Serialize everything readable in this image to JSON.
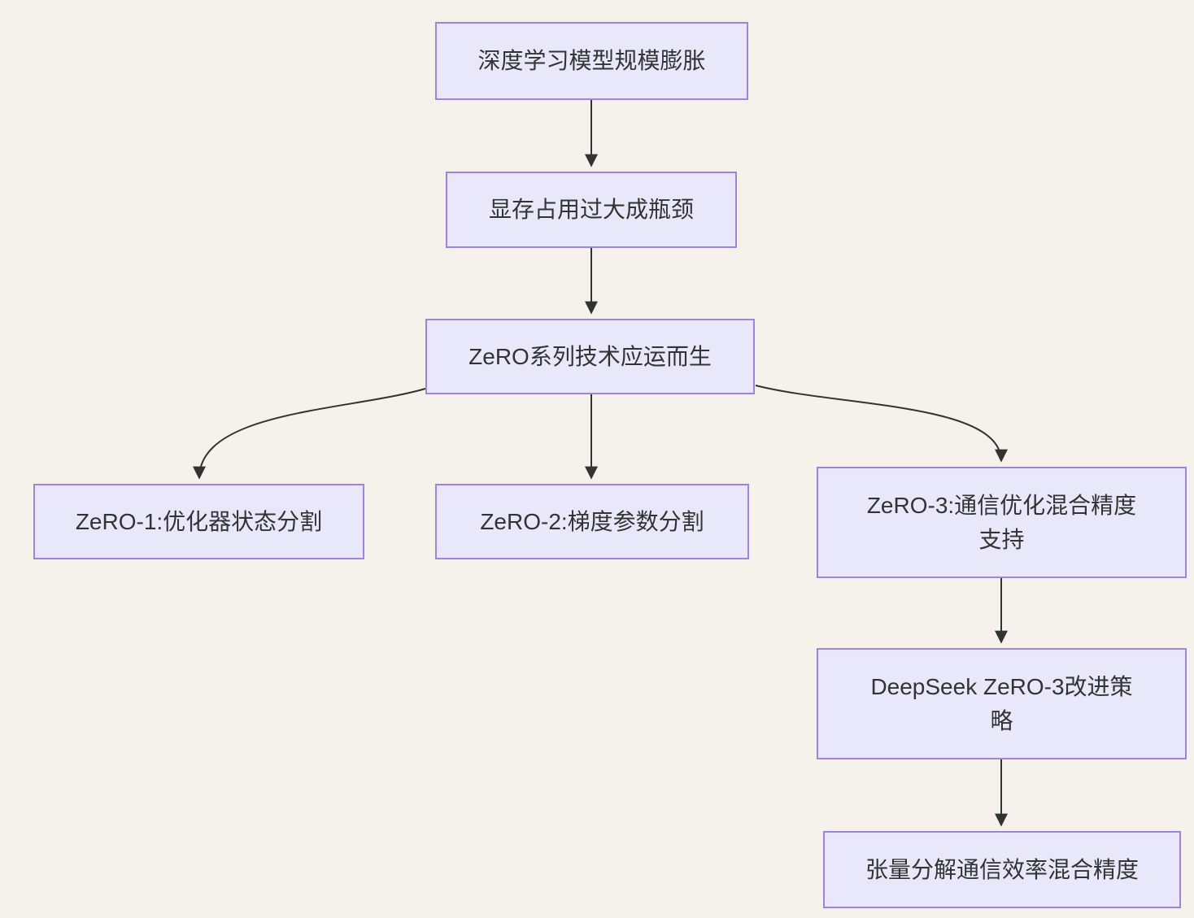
{
  "diagram": {
    "type": "flowchart",
    "direction": "top-down",
    "colors": {
      "background": "#f5f2ec",
      "node_fill": "#e9e8fb",
      "node_border": "#a184d9",
      "text": "#333333",
      "arrow": "#333333"
    },
    "nodes": [
      {
        "id": "A",
        "label": "深度学习模型规模膨胀"
      },
      {
        "id": "B",
        "label": "显存占用过大成瓶颈"
      },
      {
        "id": "C",
        "label": "ZeRO系列技术应运而生"
      },
      {
        "id": "D",
        "label": "ZeRO-1:优化器状态分割"
      },
      {
        "id": "E",
        "label": "ZeRO-2:梯度参数分割"
      },
      {
        "id": "F",
        "label": "ZeRO-3:通信优化混合精度\n支持"
      },
      {
        "id": "G",
        "label": "DeepSeek ZeRO-3改进策\n略"
      },
      {
        "id": "H",
        "label": "张量分解通信效率混合精度"
      }
    ],
    "edges": [
      {
        "from": "A",
        "to": "B"
      },
      {
        "from": "B",
        "to": "C"
      },
      {
        "from": "C",
        "to": "D"
      },
      {
        "from": "C",
        "to": "E"
      },
      {
        "from": "C",
        "to": "F"
      },
      {
        "from": "F",
        "to": "G"
      },
      {
        "from": "G",
        "to": "H"
      }
    ]
  }
}
